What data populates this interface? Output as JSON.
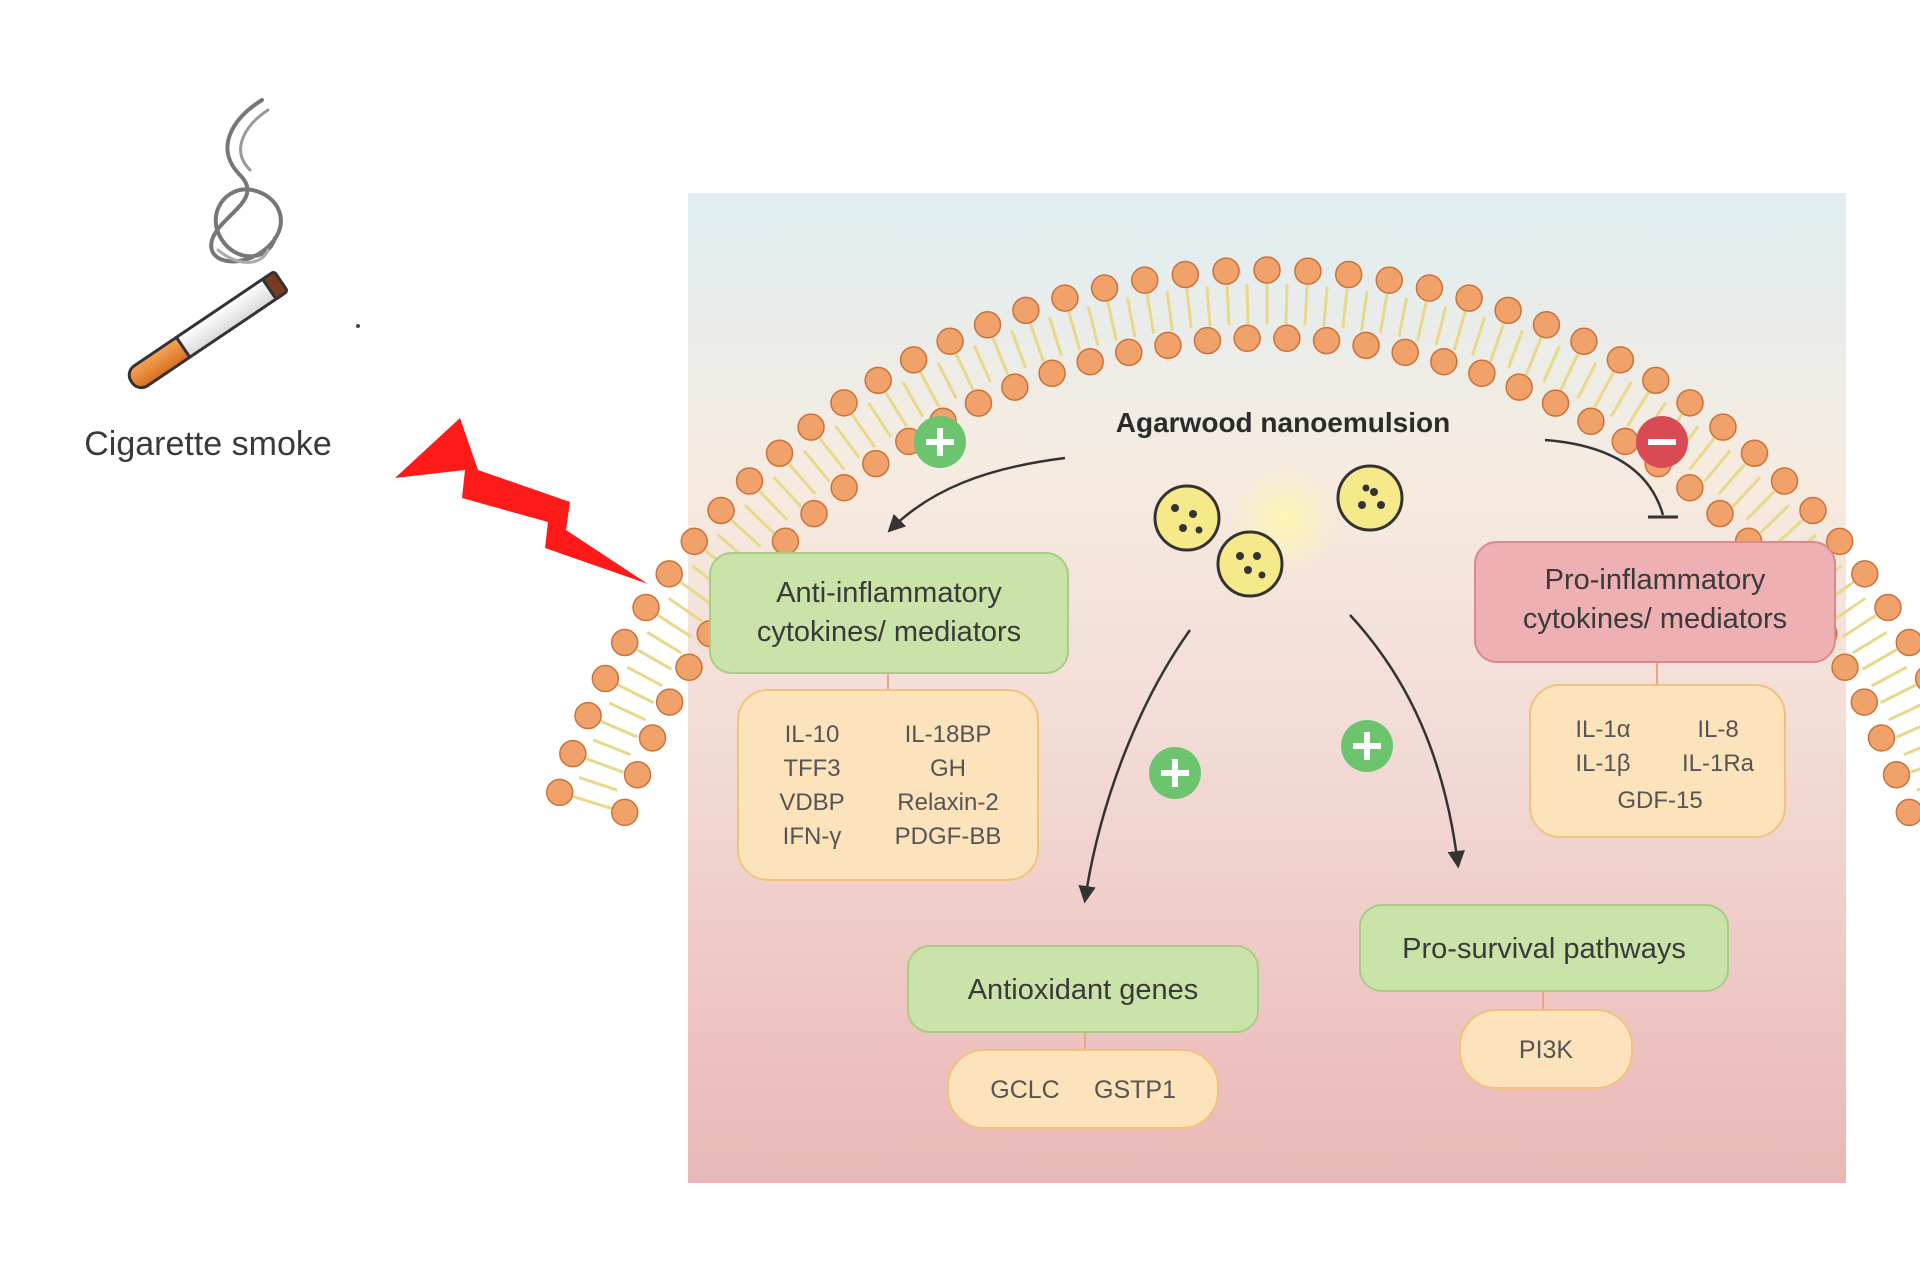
{
  "smoke_label": "Cigarette smoke",
  "agent_label": "Agarwood nanoemulsion",
  "anti_inflammatory": {
    "title_line1": "Anti-inflammatory",
    "title_line2": "cytokines/ mediators",
    "items_left": [
      "IL-10",
      "TFF3",
      "VDBP",
      "IFN-γ"
    ],
    "items_right": [
      "IL-18BP",
      "GH",
      "Relaxin-2",
      "PDGF-BB"
    ]
  },
  "pro_inflammatory": {
    "title_line1": "Pro-inflammatory",
    "title_line2": "cytokines/ mediators",
    "items_row1_left": "IL-1α",
    "items_row1_right": "IL-8",
    "items_row2_left": "IL-1β",
    "items_row2_right": "IL-1Ra",
    "items_row3": "GDF-15"
  },
  "antioxidant": {
    "title": "Antioxidant genes",
    "item_left": "GCLC",
    "item_right": "GSTP1"
  },
  "pro_survival": {
    "title": "Pro-survival pathways",
    "item": "PI3K"
  },
  "colors": {
    "green_box": "#c9e3a9",
    "green_box_border": "#a9cc86",
    "orange_box": "#fde3bb",
    "orange_box_border": "#f2c27d",
    "pink_box": "#efb0b4",
    "pink_box_border": "#d98a90",
    "plus_circle": "#6cc46f",
    "minus_circle": "#d94a55",
    "lipid_head": "#f0a26a",
    "lipid_tail": "#e8d98a",
    "lightning": "#ff1a1a"
  },
  "icons": {
    "plus": "plus-icon",
    "minus": "minus-icon",
    "lightning": "lightning-bolt-icon",
    "cigarette": "cigarette-icon",
    "nanoparticle": "nanoparticle-icon"
  }
}
